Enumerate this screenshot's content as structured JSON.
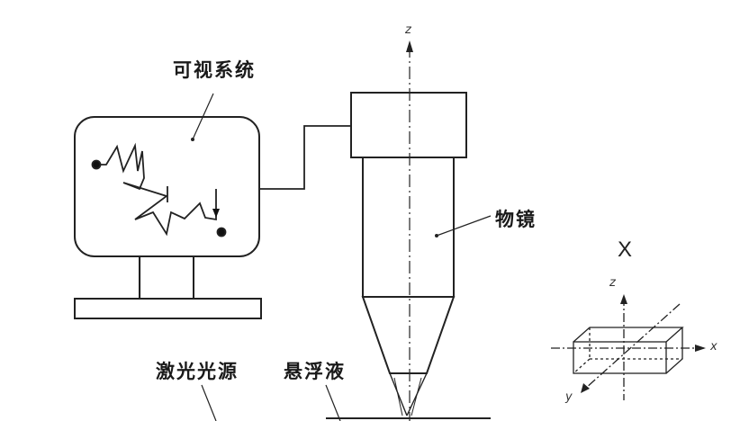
{
  "labels": {
    "visual_system": "可视系统",
    "objective": "物镜",
    "laser_source": "激光光源",
    "suspension": "悬浮液"
  },
  "axes": {
    "main_z": "z",
    "inset_title": "X",
    "inset_z": "z",
    "inset_x": "x",
    "inset_y": "y"
  }
}
